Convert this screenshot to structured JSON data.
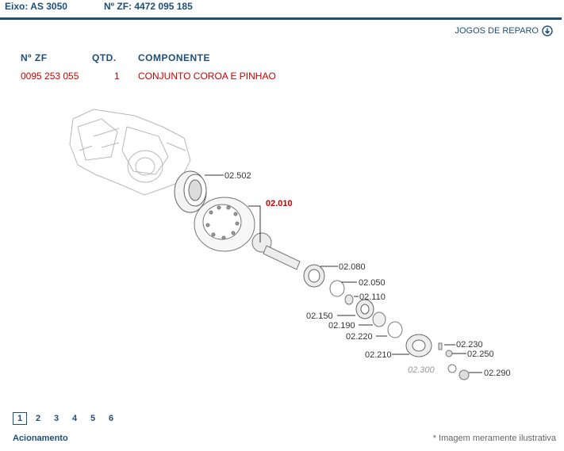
{
  "header": {
    "eixo": "Eixo: AS 3050",
    "nzf": "Nº ZF: 4472 095 185"
  },
  "toolbar": {
    "jogos_label": "JOGOS DE REPARO",
    "jogos_icon": "download-circle-icon"
  },
  "table": {
    "columns": [
      "Nº ZF",
      "QTD.",
      "COMPONENTE"
    ],
    "rows": [
      {
        "nzf": "0095 253 055",
        "qtd": "1",
        "componente": "CONJUNTO COROA E PINHAO"
      }
    ]
  },
  "diagram": {
    "labels": [
      "02.502",
      "02.010",
      "02.080",
      "02.050",
      "02.110",
      "02.150",
      "02.190",
      "02.220",
      "02.210",
      "02.300",
      "02.230",
      "02.250",
      "02.290"
    ],
    "highlight": "02.010"
  },
  "pager": {
    "pages": [
      "1",
      "2",
      "3",
      "4",
      "5",
      "6"
    ],
    "current": "1"
  },
  "footer": {
    "section": "Acionamento",
    "note": "* Imagem meramente ilustrativa"
  },
  "colors": {
    "brand": "#1f4e79",
    "highlight": "#cc0000",
    "text": "#333333"
  }
}
